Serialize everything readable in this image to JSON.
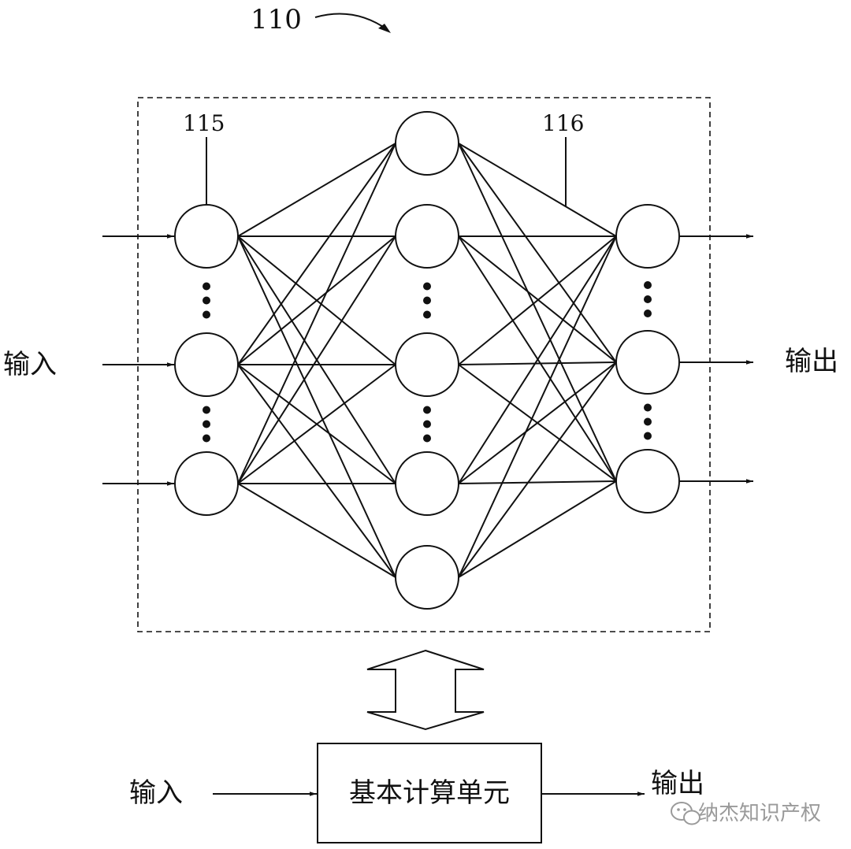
{
  "figure": {
    "ref_main": "110",
    "ref_input_layer": "115",
    "ref_connection": "116"
  },
  "network": {
    "input_label": "输入",
    "output_label": "输出",
    "layers": [
      {
        "name": "input",
        "nodes": 3,
        "ellipsis_between_nodes": true
      },
      {
        "name": "hidden",
        "nodes": 5,
        "ellipsis_between_nodes": true
      },
      {
        "name": "output",
        "nodes": 3,
        "ellipsis_between_nodes": true
      }
    ]
  },
  "compute_unit": {
    "label": "基本计算单元",
    "input_label": "输入",
    "output_label": "输出"
  },
  "watermark": {
    "text": "纳杰知识产权",
    "icon": "wechat-icon"
  },
  "colors": {
    "stroke": "#111111",
    "background": "#ffffff",
    "watermark": "#9a9a9a"
  }
}
